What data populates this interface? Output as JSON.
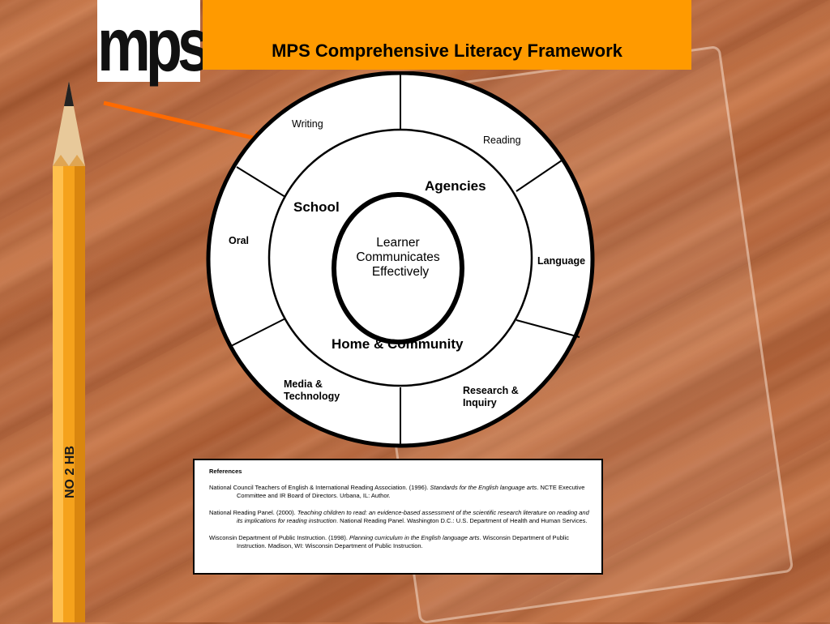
{
  "header": {
    "logo_text": "mps",
    "title": "MPS Comprehensive Literacy Framework"
  },
  "pencil": {
    "label": "NO 2 HB"
  },
  "diagram": {
    "outer_segments": [
      "Writing",
      "Reading",
      "Language",
      "Research &",
      "Inquiry",
      "Media &",
      "Technology",
      "Oral"
    ],
    "middle": {
      "school": "School",
      "agencies": "Agencies",
      "home_community": "Home & Community"
    },
    "center": [
      "Learner",
      "Communicates",
      "Effectively"
    ]
  },
  "references": {
    "heading": "References",
    "items": [
      {
        "plain": "National Council Teachers of English & International Reading Association.  (1996). ",
        "italic": "Standards for the English language arts",
        "rest": ". NCTE Executive Committee and IR Board of Directors.  Urbana, IL:  Author."
      },
      {
        "plain": "National Reading Panel.  (2000). ",
        "italic": "Teaching children to read:  an evidence-based assessment of the scientific research literature on reading and its implications for reading instruction",
        "rest": ". National Reading Panel.  Washington D.C.:  U.S. Department of Health and Human Services."
      },
      {
        "plain": "Wisconsin Department of Public Instruction.  (1998). ",
        "italic": "Planning curriculum in the English language arts",
        "rest": ". Wisconsin Department of Public Instruction.  Madison, WI:  Wisconsin Department of Public Instruction."
      }
    ]
  },
  "colors": {
    "banner": "#ff9a00",
    "arrow": "#ff6a00",
    "pencil": "#f5a21c"
  }
}
